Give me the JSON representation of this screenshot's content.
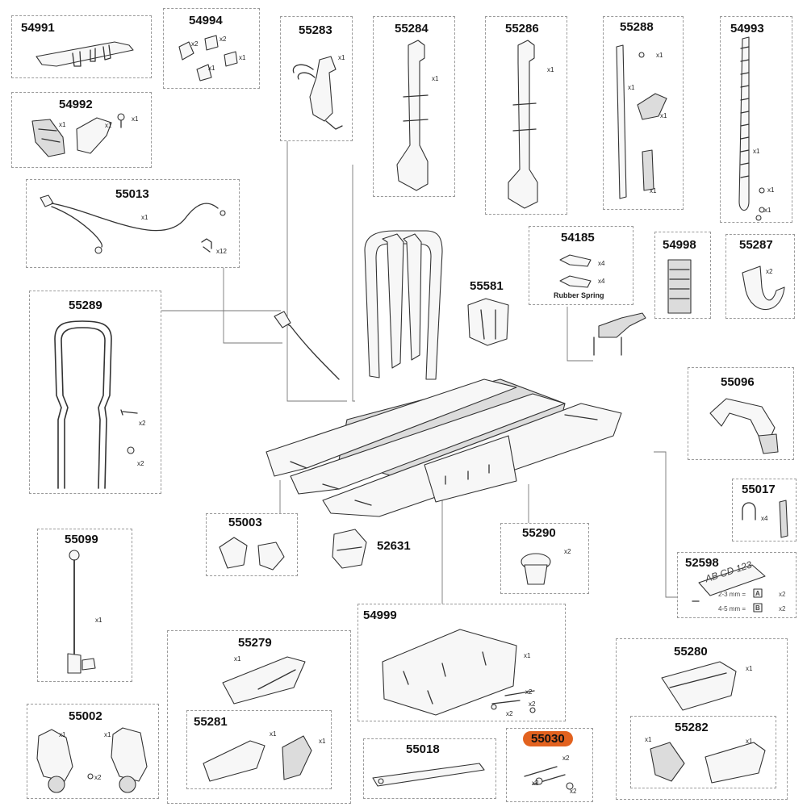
{
  "parts": {
    "p54991": {
      "number": "54991"
    },
    "p54994": {
      "number": "54994",
      "qty": [
        "x2",
        "x2",
        "x1",
        "x1"
      ]
    },
    "p54992": {
      "number": "54992",
      "qty": [
        "x1",
        "x1",
        "x1"
      ]
    },
    "p55013": {
      "number": "55013",
      "qty": [
        "x1",
        "x12"
      ]
    },
    "p55289": {
      "number": "55289",
      "qty": [
        "x2",
        "x2"
      ]
    },
    "p55099": {
      "number": "55099",
      "qty": [
        "x1"
      ]
    },
    "p55002": {
      "number": "55002",
      "qty": [
        "x1",
        "x1",
        "x2"
      ]
    },
    "p55283": {
      "number": "55283",
      "qty": [
        "x1"
      ]
    },
    "p55284": {
      "number": "55284",
      "qty": [
        "x1"
      ]
    },
    "p55286": {
      "number": "55286",
      "qty": [
        "x1"
      ]
    },
    "p55288": {
      "number": "55288",
      "qty": [
        "x1",
        "x1",
        "x1",
        "x1"
      ]
    },
    "p54993": {
      "number": "54993",
      "qty": [
        "x1",
        "x1",
        "x1"
      ]
    },
    "p54185": {
      "number": "54185",
      "qty": [
        "x4",
        "x4"
      ],
      "caption": "Rubber Spring"
    },
    "p54998": {
      "number": "54998"
    },
    "p55287": {
      "number": "55287",
      "qty": [
        "x2"
      ]
    },
    "p55581": {
      "number": "55581"
    },
    "p55096": {
      "number": "55096"
    },
    "p55017": {
      "number": "55017",
      "qty": [
        "x4"
      ]
    },
    "p52598": {
      "number": "52598",
      "plate_text": "AB CD 123",
      "rows": [
        {
          "label": "2-3 mm =",
          "key": "A",
          "qty": "x2"
        },
        {
          "label": "4-5 mm =",
          "key": "B",
          "qty": "x2"
        }
      ]
    },
    "p55003": {
      "number": "55003"
    },
    "p52631": {
      "number": "52631"
    },
    "p55290": {
      "number": "55290",
      "qty": [
        "x2"
      ]
    },
    "p54999": {
      "number": "54999",
      "qty": [
        "x1",
        "x2",
        "x2",
        "x2"
      ]
    },
    "p55279": {
      "number": "55279",
      "qty": [
        "x1"
      ]
    },
    "p55281": {
      "number": "55281",
      "qty": [
        "x1",
        "x1"
      ]
    },
    "p55018": {
      "number": "55018"
    },
    "p55030": {
      "number": "55030",
      "qty": [
        "x2",
        "x2",
        "x2"
      ]
    },
    "p55280": {
      "number": "55280",
      "qty": [
        "x1"
      ]
    },
    "p55282": {
      "number": "55282",
      "qty": [
        "x1",
        "x1"
      ]
    }
  },
  "colors": {
    "highlight": "#e2621f",
    "box_border": "#9a9a9a",
    "line": "#333333"
  }
}
